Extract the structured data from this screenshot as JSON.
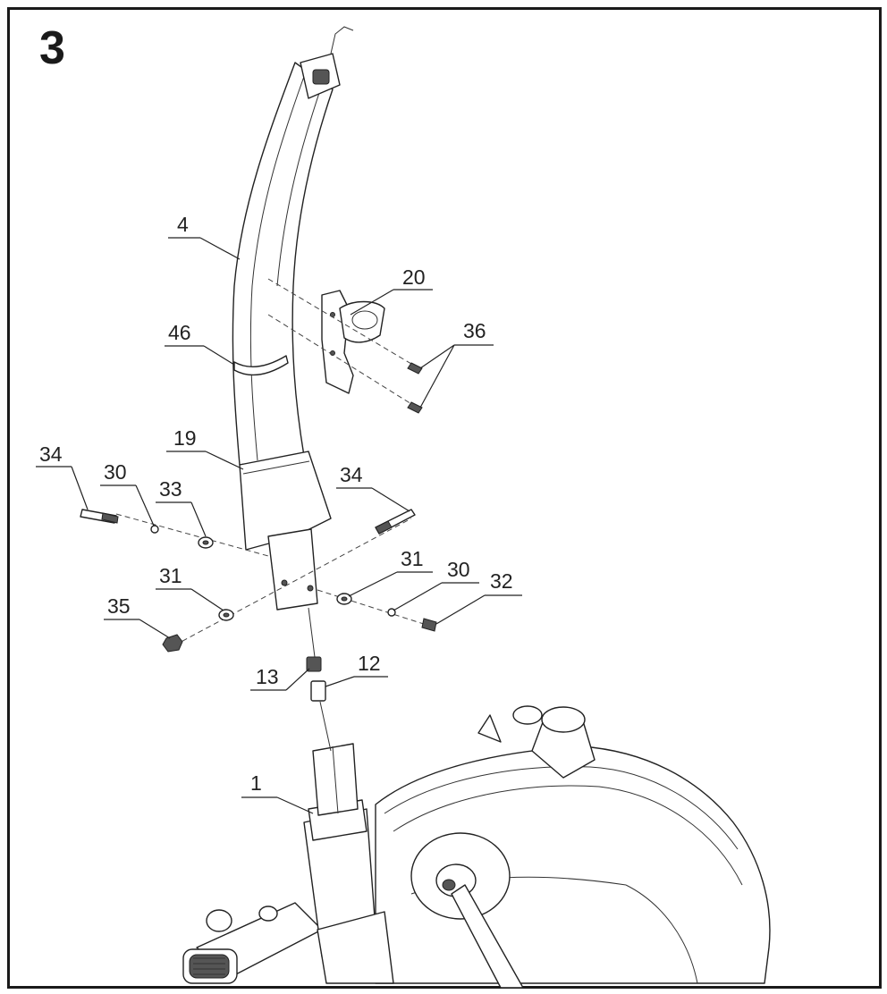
{
  "step_number": "3",
  "callouts": [
    {
      "id": "c4",
      "text": "4"
    },
    {
      "id": "c20",
      "text": "20"
    },
    {
      "id": "c36",
      "text": "36"
    },
    {
      "id": "c46",
      "text": "46"
    },
    {
      "id": "c19",
      "text": "19"
    },
    {
      "id": "c34a",
      "text": "34"
    },
    {
      "id": "c30a",
      "text": "30"
    },
    {
      "id": "c33",
      "text": "33"
    },
    {
      "id": "c34b",
      "text": "34"
    },
    {
      "id": "c31a",
      "text": "31"
    },
    {
      "id": "c31b",
      "text": "31"
    },
    {
      "id": "c30b",
      "text": "30"
    },
    {
      "id": "c32",
      "text": "32"
    },
    {
      "id": "c35",
      "text": "35"
    },
    {
      "id": "c13",
      "text": "13"
    },
    {
      "id": "c12",
      "text": "12"
    },
    {
      "id": "c1",
      "text": "1"
    }
  ]
}
